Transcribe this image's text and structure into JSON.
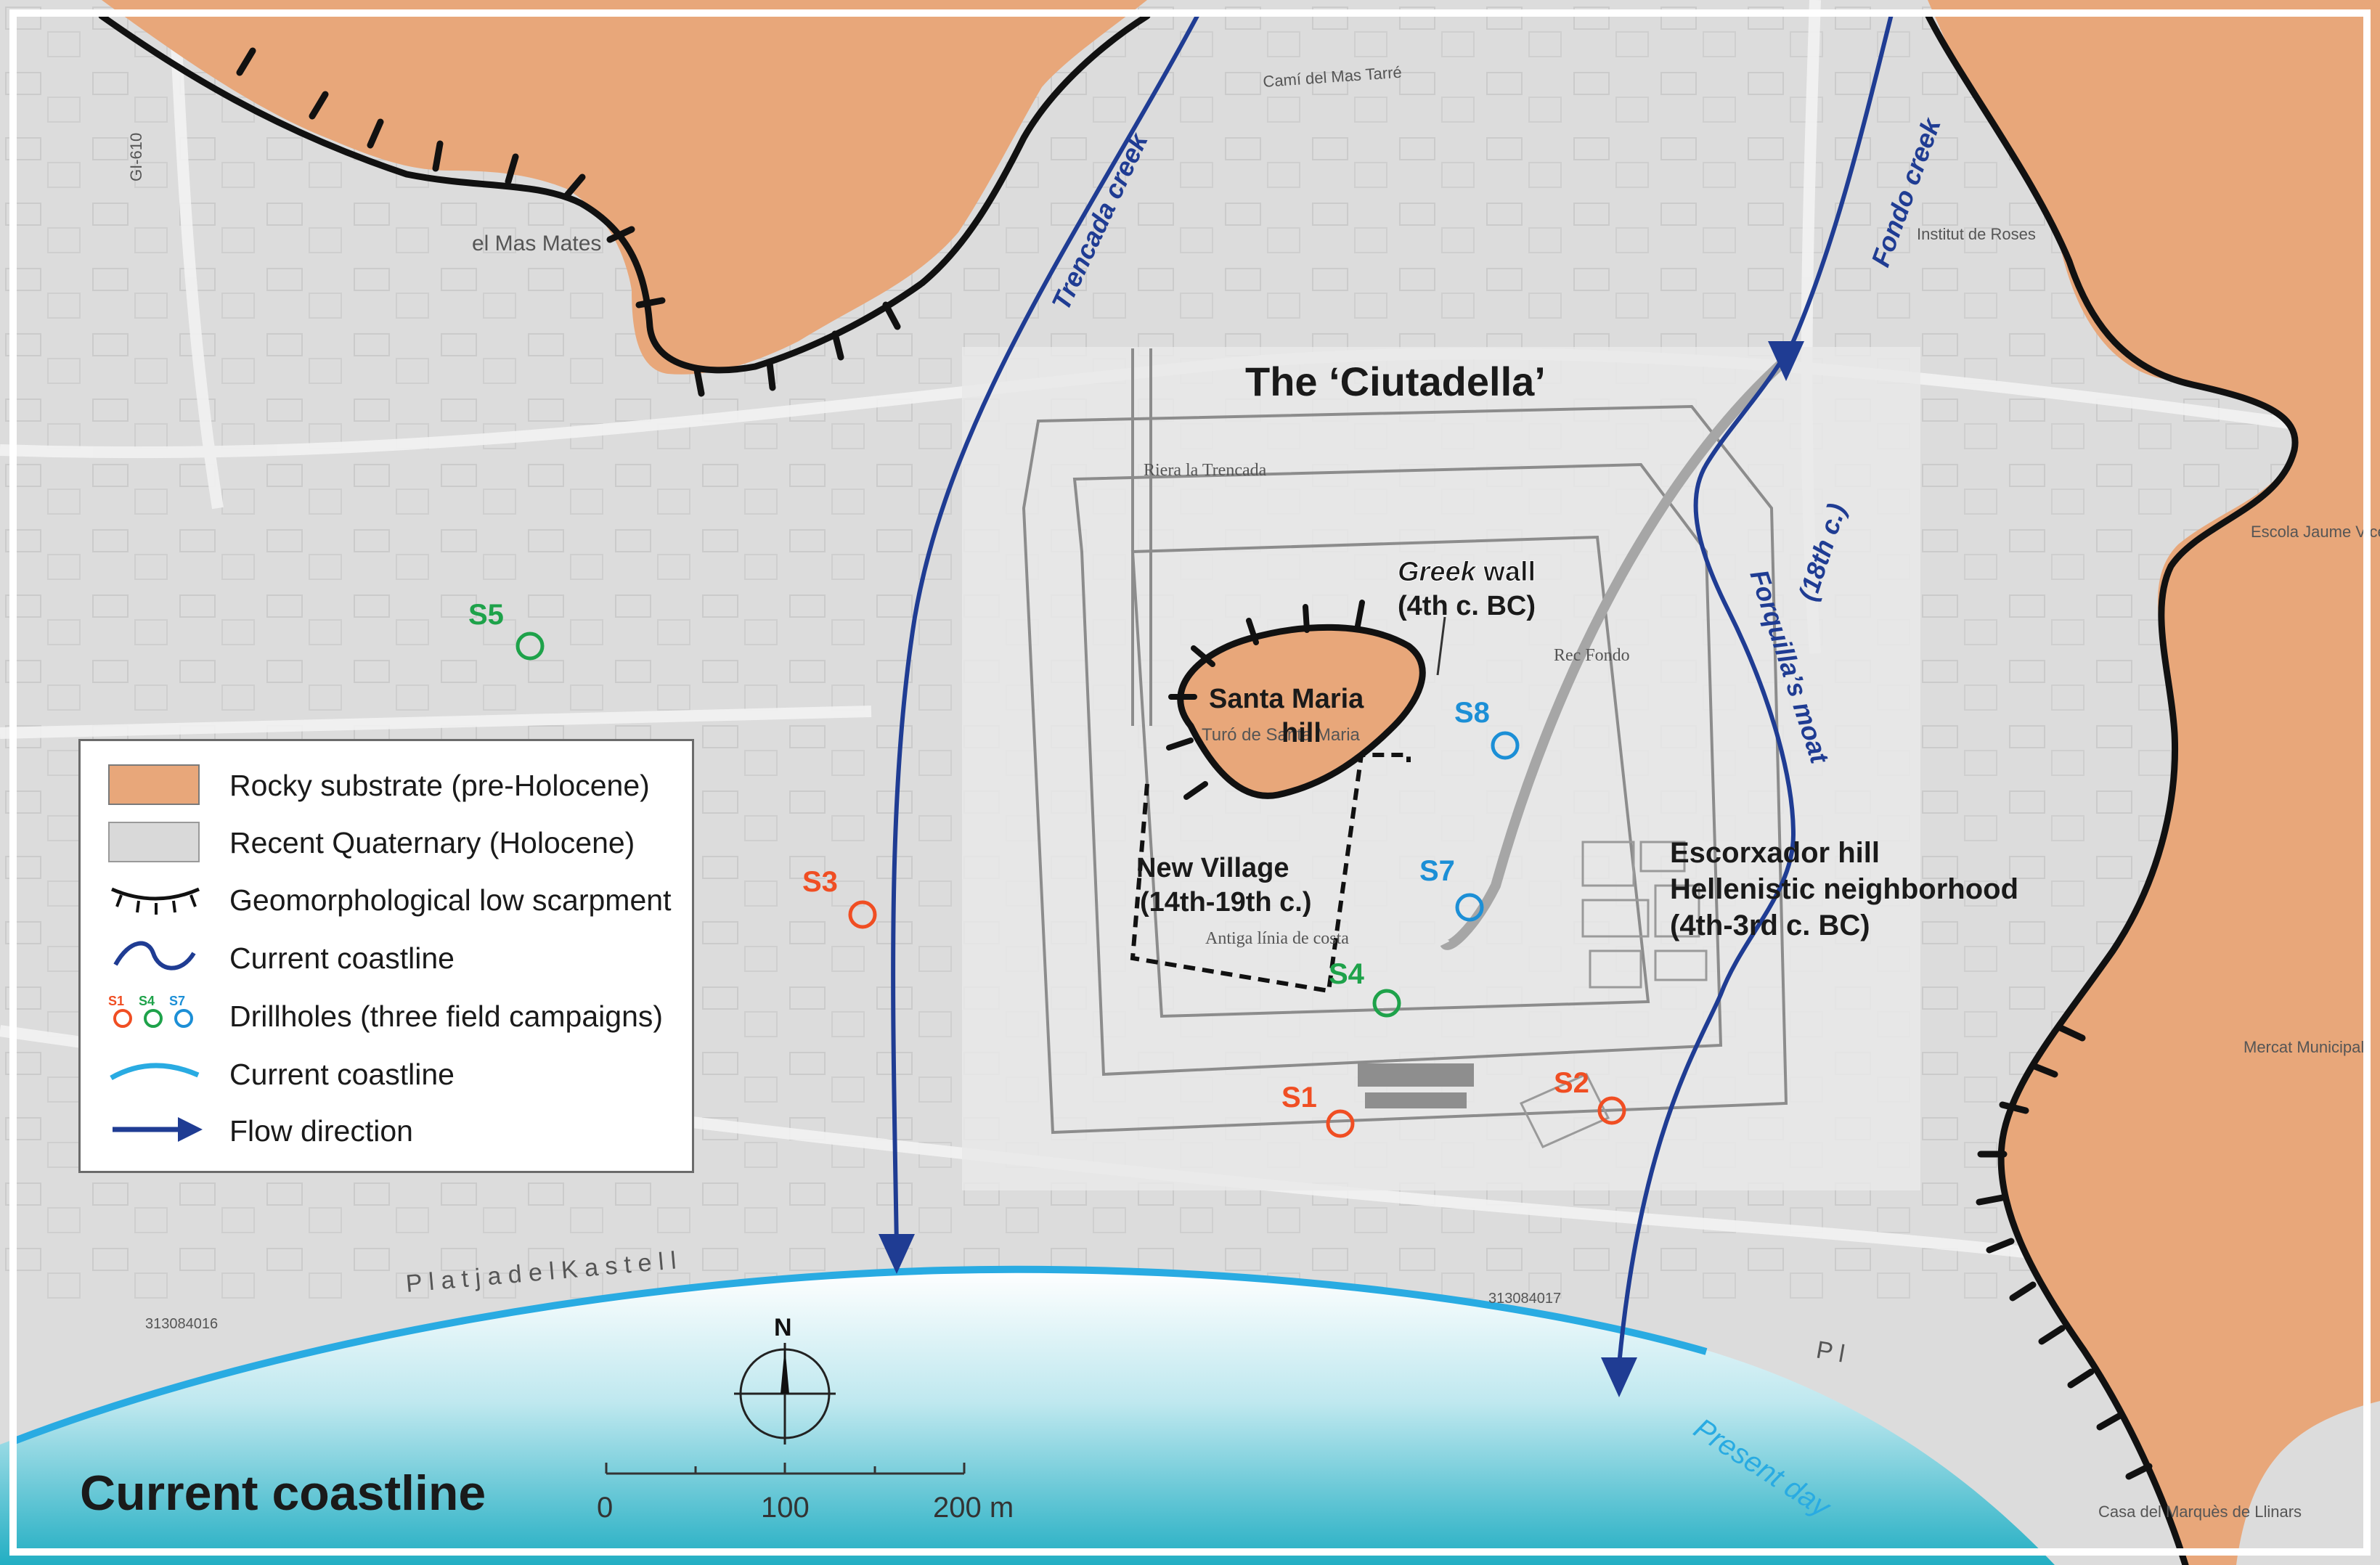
{
  "colors": {
    "rock": "#e8a77a",
    "holocene": "#d9d9d9",
    "creek": "#1f3c93",
    "coastline": "#29abe2",
    "drill_red": "#f04e23",
    "drill_green": "#1ea24a",
    "drill_blue": "#1c8fd6"
  },
  "title": "The ‘Ciutadella’",
  "map_text": {
    "mas_mates": "el Mas Mates",
    "riera": "Riera la Trencada",
    "rec_fondo": "Rec Fondo",
    "turo": "Turó de Santa Maria",
    "antiga": "Antiga línia de costa",
    "platja": "P l a t j a   d e l   K a s t e l l",
    "platja2": "P l",
    "escola": "Escola Jaume Vicens Vives",
    "mercat": "Mercat Municipal",
    "casa": "Casa del Marquès de Llinars",
    "geodesic_1": "313084016",
    "geodesic_2": "313084017",
    "road": "GI-610",
    "cami": "Camí del Mas Tarré",
    "institut": "Institut de Roses"
  },
  "labels": {
    "trencada_creek": "Trencada creek",
    "fondo_creek": "Fondo creek",
    "forquilla_moat_1": "Forquilla’s moat",
    "forquilla_moat_2": "(18th c.)",
    "greek_wall_1": "Greek",
    "greek_wall_1b": " wall",
    "greek_wall_2": "(4th c. BC)",
    "santa_maria_1": "Santa Maria",
    "santa_maria_2": "hill",
    "new_village_1": "New Village",
    "new_village_2": "(14th-19th c.)",
    "escorxador_1": "Escorxador hill",
    "escorxador_2": "Hellenistic neighborhood",
    "escorxador_3": "(4th-3rd c. BC)",
    "present_day": "Present day",
    "current_coastline_big": "Current coastline"
  },
  "drillholes": [
    {
      "id": "S1",
      "campaign": "red"
    },
    {
      "id": "S2",
      "campaign": "red"
    },
    {
      "id": "S3",
      "campaign": "red"
    },
    {
      "id": "S4",
      "campaign": "green"
    },
    {
      "id": "S5",
      "campaign": "green"
    },
    {
      "id": "S7",
      "campaign": "blue"
    },
    {
      "id": "S8",
      "campaign": "blue"
    }
  ],
  "compass": {
    "north": "N"
  },
  "scale": {
    "ticks": [
      "0",
      "100",
      "200 m"
    ]
  },
  "legend": [
    {
      "key": "rock",
      "label": "Rocky substrate (pre-Holocene)"
    },
    {
      "key": "holocene",
      "label": "Recent Quaternary (Holocene)"
    },
    {
      "key": "scarp",
      "label": "Geomorphological low scarpment"
    },
    {
      "key": "coast_dark",
      "label": "Current coastline"
    },
    {
      "key": "drill",
      "label": "Drillholes (three field campaigns)",
      "mini": [
        "S1",
        "S4",
        "S7"
      ]
    },
    {
      "key": "coast_light",
      "label": "Current coastline"
    },
    {
      "key": "flow",
      "label": "Flow direction"
    }
  ]
}
